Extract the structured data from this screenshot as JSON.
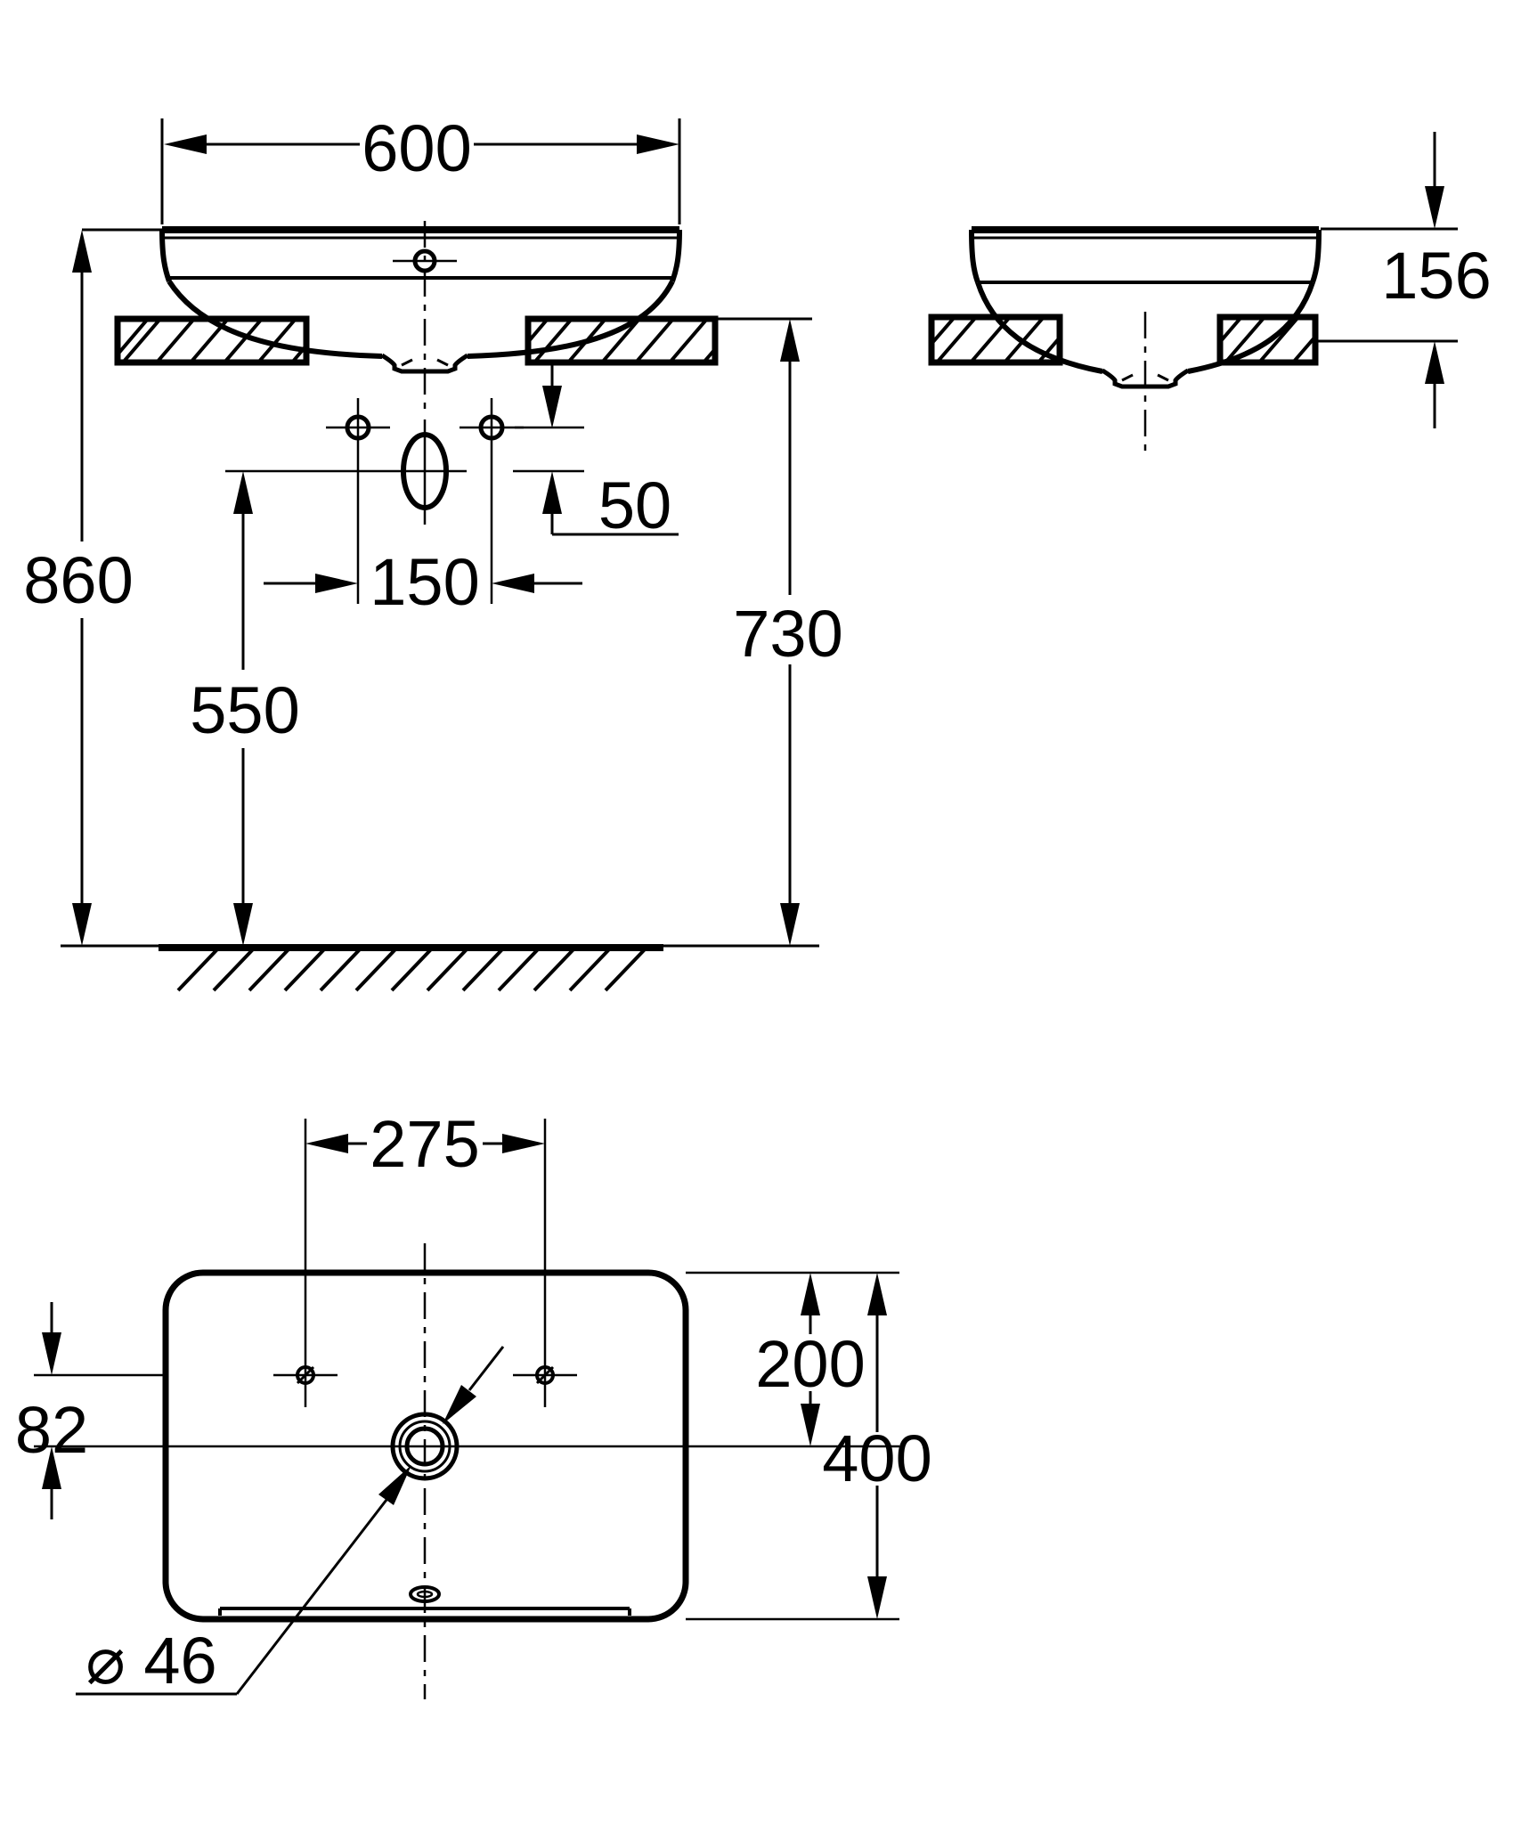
{
  "drawing": {
    "type": "technical-dimension-drawing",
    "background_color": "#ffffff",
    "line_color": "#000000",
    "front_view": {
      "width_label": "600",
      "floor_to_rim_label": "860",
      "floor_to_drain_label": "550",
      "hole_spacing_label": "150",
      "hole_offset_label": "50",
      "floor_to_counter_label": "730"
    },
    "side_view": {
      "basin_height_label": "156"
    },
    "top_view": {
      "tap_hole_span_label": "275",
      "hole_to_drain_label": "82",
      "edge_to_drain_label": "200",
      "depth_label": "400",
      "drain_diameter_label": "⌀ 46"
    }
  }
}
